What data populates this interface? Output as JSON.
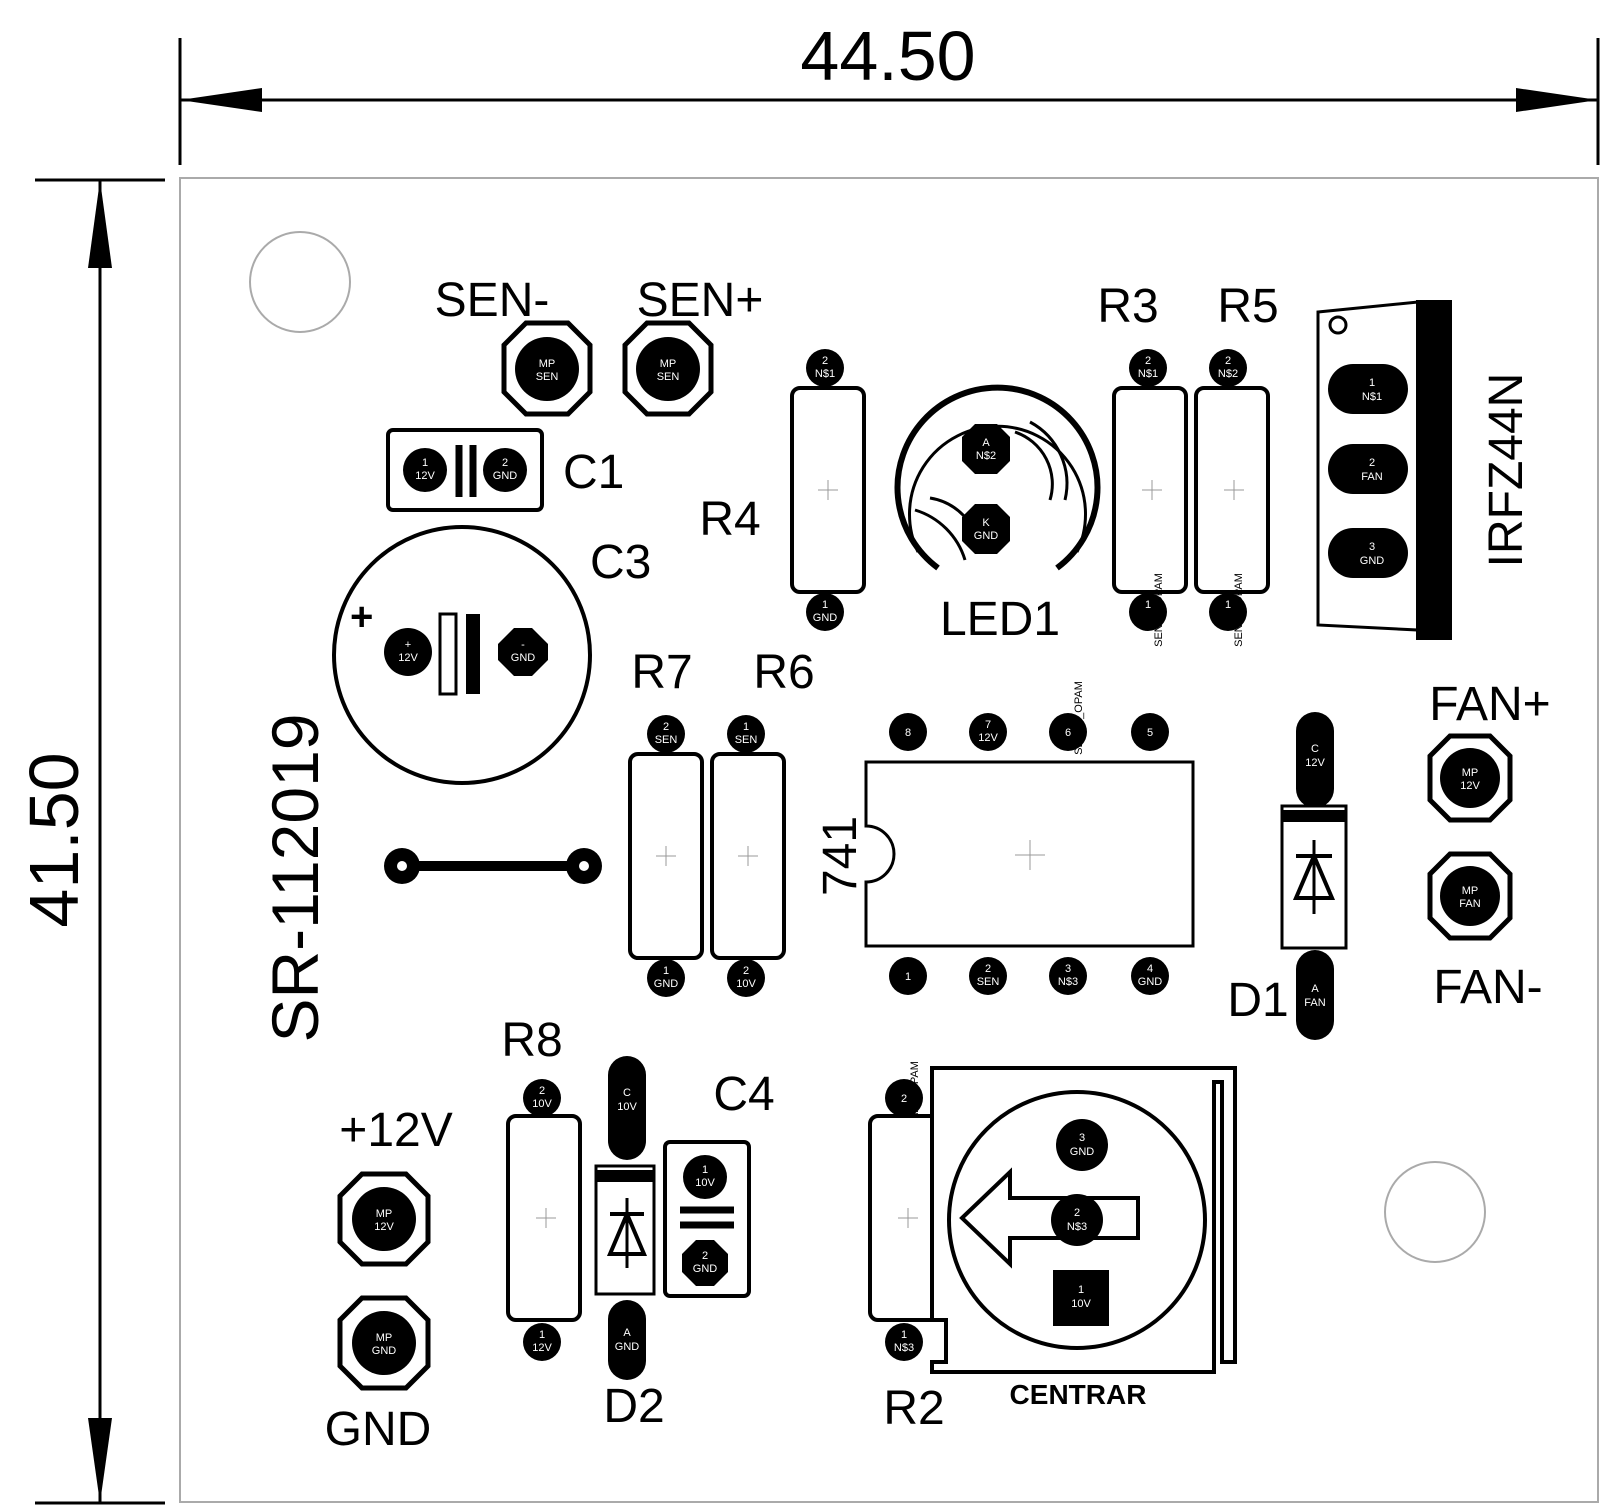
{
  "dimensions": {
    "width": "44.50",
    "height": "41.50"
  },
  "board_title": "SR-112019",
  "components": {
    "sen_minus": {
      "label": "SEN-",
      "pad": [
        "MP",
        "SEN"
      ]
    },
    "sen_plus": {
      "label": "SEN+",
      "pad": [
        "MP",
        "SEN"
      ]
    },
    "c1": {
      "label": "C1",
      "pin1": [
        "1",
        "12V"
      ],
      "pin2": [
        "2",
        "GND"
      ]
    },
    "c3": {
      "label": "C3",
      "polarity": "+",
      "pin1": [
        "+",
        "12V"
      ],
      "pin2": [
        "-",
        "GND"
      ]
    },
    "r4": {
      "label": "R4",
      "pin2": [
        "2",
        "N$1"
      ],
      "pin1": [
        "1",
        "GND"
      ]
    },
    "led1": {
      "label": "LED1",
      "anode": [
        "A",
        "N$2"
      ],
      "cathode": [
        "K",
        "GND"
      ]
    },
    "r3": {
      "label": "R3",
      "pin2": [
        "2",
        "N$1"
      ],
      "pin1": [
        "1",
        "SENAL_OPAM"
      ]
    },
    "r5": {
      "label": "R5",
      "pin2": [
        "2",
        "N$2"
      ],
      "pin1": [
        "1",
        "SENAL_OPAM"
      ]
    },
    "q1": {
      "label": "IRFZ44N",
      "pins": [
        [
          "1",
          "N$1"
        ],
        [
          "2",
          "FAN"
        ],
        [
          "3",
          "GND"
        ]
      ]
    },
    "r7": {
      "label": "R7",
      "pin2": [
        "2",
        "SEN"
      ],
      "pin1": [
        "1",
        "GND"
      ]
    },
    "r6": {
      "label": "R6",
      "pin1": [
        "1",
        "SEN"
      ],
      "pin2": [
        "2",
        "10V"
      ]
    },
    "ic": {
      "label": "741",
      "top_pins": [
        [
          "8",
          ""
        ],
        [
          "7",
          "12V"
        ],
        [
          "6",
          "SENAL_OPAM"
        ],
        [
          "5",
          ""
        ]
      ],
      "bottom_pins": [
        [
          "1",
          ""
        ],
        [
          "2",
          "SEN"
        ],
        [
          "3",
          "N$3"
        ],
        [
          "4",
          "GND"
        ]
      ]
    },
    "d1": {
      "label": "D1",
      "cathode": [
        "C",
        "12V"
      ],
      "anode": [
        "A",
        "FAN"
      ]
    },
    "fan_plus": {
      "label": "FAN+",
      "pad": [
        "MP",
        "12V"
      ]
    },
    "fan_minus": {
      "label": "FAN-",
      "pad": [
        "MP",
        "FAN"
      ]
    },
    "r8": {
      "label": "R8",
      "pin2": [
        "2",
        "10V"
      ],
      "pin1": [
        "1",
        "12V"
      ]
    },
    "d2": {
      "label": "D2",
      "cathode": [
        "C",
        "10V"
      ],
      "anode": [
        "A",
        "GND"
      ]
    },
    "c4": {
      "label": "C4",
      "pin1": [
        "1",
        "10V"
      ],
      "pin2": [
        "2",
        "GND"
      ]
    },
    "r2": {
      "label": "R2",
      "pin2": [
        "2",
        "SENAL_OPAM"
      ],
      "pin1": [
        "1",
        "N$3"
      ]
    },
    "pot": {
      "label": "CENTRAR",
      "pin3": [
        "3",
        "GND"
      ],
      "pin2": [
        "2",
        "N$3"
      ],
      "pin1": [
        "1",
        "10V"
      ]
    },
    "p12v": {
      "label": "+12V",
      "pad": [
        "MP",
        "12V"
      ]
    },
    "gnd": {
      "label": "GND",
      "pad": [
        "MP",
        "GND"
      ]
    }
  }
}
